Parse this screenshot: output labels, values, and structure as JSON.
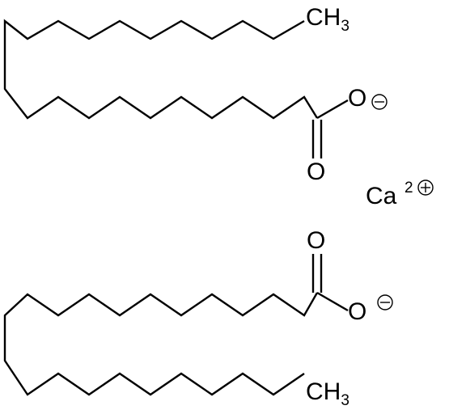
{
  "structure": {
    "top_chain": {
      "terminal_group": "CH",
      "terminal_subscript": "3"
    },
    "top_carboxylate": {
      "carbonyl_oxygen": "O",
      "anion_oxygen": "O"
    },
    "counter_ion": {
      "symbol": "Ca",
      "charge_number": "2",
      "charge_sign": "+"
    },
    "bottom_carboxylate": {
      "carbonyl_oxygen": "O",
      "anion_oxygen": "O"
    },
    "bottom_chain": {
      "terminal_group": "CH",
      "terminal_subscript": "3"
    },
    "anion_charge_sign": "−"
  }
}
